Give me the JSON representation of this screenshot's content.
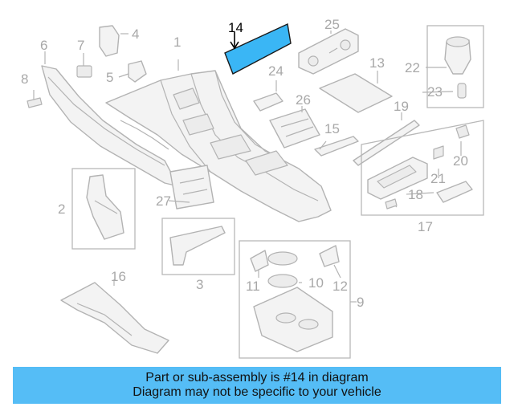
{
  "diagram": {
    "highlighted_part": "14",
    "highlight_color": "#3ab6f5",
    "labels": {
      "p1": "1",
      "p2": "2",
      "p3": "3",
      "p4": "4",
      "p5": "5",
      "p6": "6",
      "p7": "7",
      "p8": "8",
      "p9": "9",
      "p10": "10",
      "p11": "11",
      "p12": "12",
      "p13": "13",
      "p14": "14",
      "p15": "15",
      "p16": "16",
      "p17": "17",
      "p18": "18",
      "p19": "19",
      "p20": "20",
      "p21": "21",
      "p22": "22",
      "p23": "23",
      "p25": "25",
      "p26": "26",
      "p27": "27",
      "p24": "24"
    }
  },
  "banner": {
    "line1": "Part or sub-assembly is #14 in diagram",
    "line2": "Diagram may not be specific to your vehicle",
    "color": "#55bdf6"
  }
}
